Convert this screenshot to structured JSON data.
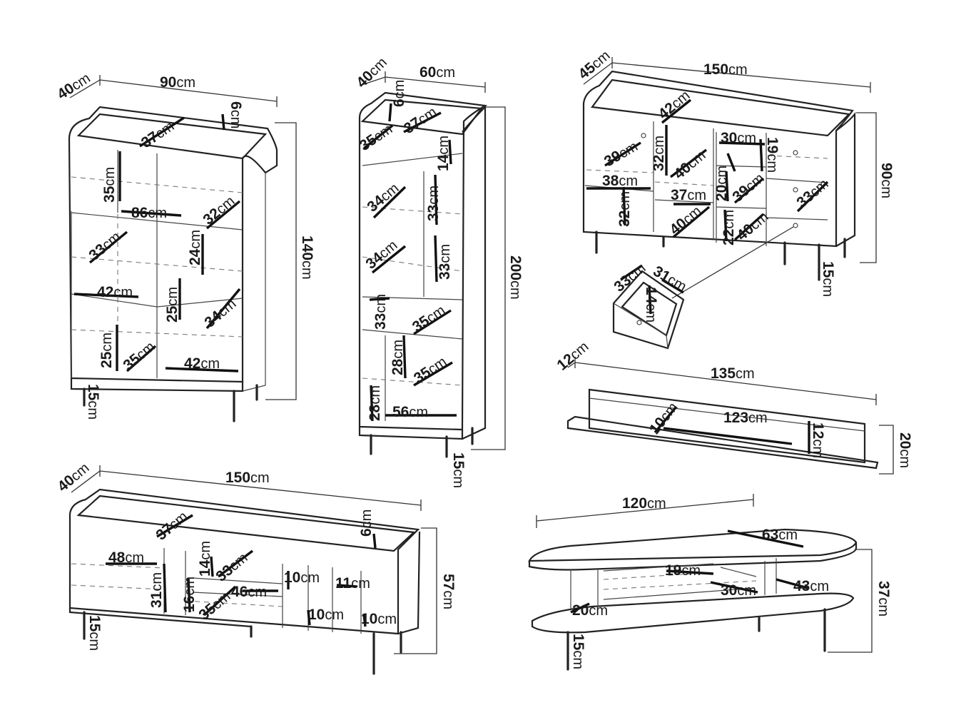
{
  "cabinet_90": {
    "depth": "40",
    "width": "90",
    "height": "140",
    "legs": "15",
    "top_gap": "6",
    "top_depth": "37",
    "shelf_height": "35",
    "inner_width": "86",
    "shelf_depth": "32",
    "mid_depth": "33",
    "mid_height": "24",
    "drawer_width": "42",
    "lower_height": "25",
    "lower_depth": "34",
    "bottom_height": "25",
    "bottom_depth": "35",
    "bottom_width": "42"
  },
  "cabinet_60": {
    "depth": "40",
    "width": "60",
    "height": "200",
    "legs": "15",
    "top_gap": "6",
    "top_depth": "37",
    "top_shelf_depth": "35",
    "top_shelf_height": "14",
    "upper_depth": "34",
    "upper_height": "33",
    "middle_depth": "34",
    "middle_height": "33",
    "lower_height": "33",
    "lower_depth": "35",
    "door_height": "28",
    "door_depth": "35",
    "bottom_height": "28",
    "bottom_width": "56"
  },
  "sideboard_150": {
    "depth": "45",
    "width": "150",
    "height": "90",
    "legs": "15",
    "top_depth": "42",
    "left_depth": "39",
    "left_width": "38",
    "left_height": "32",
    "mid_height": "32",
    "mid_depth": "40",
    "mid_width": "37",
    "mid_lower_depth": "40",
    "drawer_width": "30",
    "drawer_height": "19",
    "drawer_mid_height": "20",
    "drawer_mid_depth": "39",
    "drawer_low_height": "22",
    "drawer_low_depth": "40",
    "right_depth": "33"
  },
  "drawer": {
    "depth": "33",
    "width": "31",
    "height": "14"
  },
  "shelf": {
    "depth": "12",
    "width": "135",
    "inner_width": "123",
    "lip": "10",
    "inner_height": "12",
    "height": "20"
  },
  "tv_stand": {
    "depth": "40",
    "width": "150",
    "height": "57",
    "legs": "15",
    "top_gap": "6",
    "top_depth": "37",
    "left_width": "48",
    "left_height": "31",
    "mid_height": "14",
    "mid_depth": "33",
    "mid_width": "46",
    "lower_height": "16",
    "lower_depth": "35",
    "slot_a": "10",
    "slot_b": "11",
    "slot_c": "10",
    "slot_d": "10"
  },
  "coffee_table": {
    "width": "120",
    "depth": "63",
    "height": "37",
    "legs": "15",
    "inner_depth": "19",
    "inner_width": "30",
    "side": "43",
    "lower": "20"
  },
  "unit": "cm",
  "colors": {
    "line": "#222222",
    "dashed": "#777777",
    "text": "#1a1a1a"
  }
}
